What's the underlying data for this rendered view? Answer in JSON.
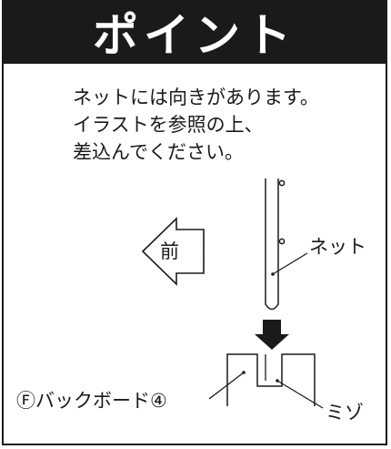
{
  "header": {
    "title": "ポイント"
  },
  "instructions": {
    "lines": [
      "ネットには向きがあります。",
      "イラストを参照の上、",
      "差込んでください。"
    ]
  },
  "diagram": {
    "front_label": "前",
    "net_label": "ネット",
    "back_board_label": "Ⓕバックボード④",
    "groove_label": "ミゾ"
  },
  "colors": {
    "ink": "#1a1a1a",
    "background": "#ffffff"
  }
}
